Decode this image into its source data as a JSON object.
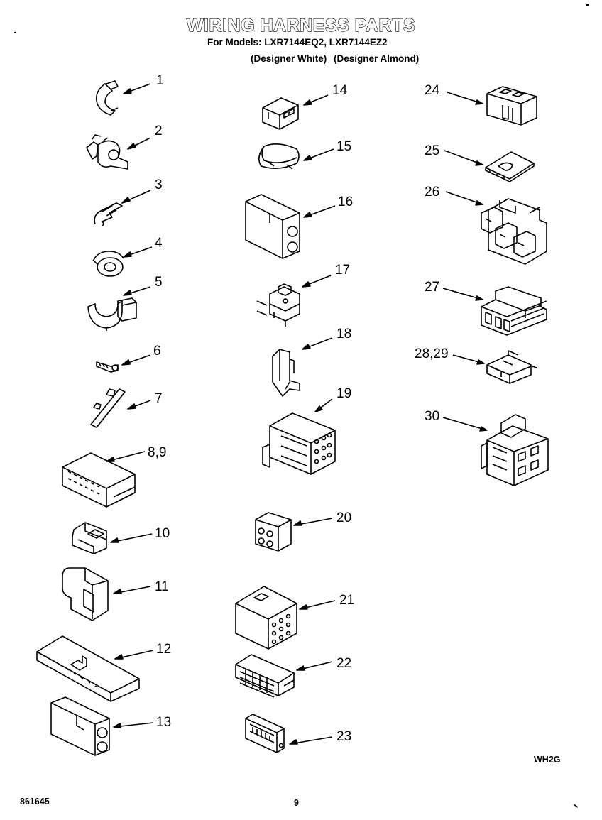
{
  "header": {
    "title": "WIRING HARNESS PARTS",
    "models_line": "For Models: LXR7144EQ2, LXR7144EZ2",
    "variant_white": "(Designer White)",
    "variant_almond": "(Designer Almond)"
  },
  "parts": [
    {
      "id": "p1",
      "label": "1",
      "icon": "cable-clip-icon"
    },
    {
      "id": "p2",
      "label": "2",
      "icon": "wire-clamp-icon"
    },
    {
      "id": "p3",
      "label": "3",
      "icon": "spring-clip-icon"
    },
    {
      "id": "p4",
      "label": "4",
      "icon": "grommet-icon"
    },
    {
      "id": "p5",
      "label": "5",
      "icon": "strap-clip-icon"
    },
    {
      "id": "p6",
      "label": "6",
      "icon": "screw-icon"
    },
    {
      "id": "p7",
      "label": "7",
      "icon": "tie-mount-icon"
    },
    {
      "id": "p8",
      "label": "8,9",
      "icon": "multi-pin-housing-icon"
    },
    {
      "id": "p10",
      "label": "10",
      "icon": "terminal-housing-icon"
    },
    {
      "id": "p11",
      "label": "11",
      "icon": "connector-housing-icon"
    },
    {
      "id": "p12",
      "label": "12",
      "icon": "terminal-strip-icon"
    },
    {
      "id": "p13",
      "label": "13",
      "icon": "two-way-connector-icon"
    },
    {
      "id": "p14",
      "label": "14",
      "icon": "small-connector-icon"
    },
    {
      "id": "p15",
      "label": "15",
      "icon": "insulator-sleeve-icon"
    },
    {
      "id": "p16",
      "label": "16",
      "icon": "two-pin-plug-icon"
    },
    {
      "id": "p17",
      "label": "17",
      "icon": "cross-connector-icon"
    },
    {
      "id": "p18",
      "label": "18",
      "icon": "latch-clip-icon"
    },
    {
      "id": "p19",
      "label": "19",
      "icon": "twelve-pin-connector-icon"
    },
    {
      "id": "p20",
      "label": "20",
      "icon": "four-pin-connector-icon"
    },
    {
      "id": "p21",
      "label": "21",
      "icon": "nine-pin-connector-icon"
    },
    {
      "id": "p22",
      "label": "22",
      "icon": "grid-connector-icon"
    },
    {
      "id": "p23",
      "label": "23",
      "icon": "edge-connector-icon"
    },
    {
      "id": "p24",
      "label": "24",
      "icon": "block-connector-icon"
    },
    {
      "id": "p25",
      "label": "25",
      "icon": "wafer-board-icon"
    },
    {
      "id": "p26",
      "label": "26",
      "icon": "triple-socket-icon"
    },
    {
      "id": "p27",
      "label": "27",
      "icon": "rail-connector-icon"
    },
    {
      "id": "p28",
      "label": "28,29",
      "icon": "u-clip-icon"
    },
    {
      "id": "p30",
      "label": "30",
      "icon": "multi-socket-block-icon"
    }
  ],
  "footer": {
    "code": "WH2G",
    "doc_number": "861645",
    "page": "9"
  }
}
